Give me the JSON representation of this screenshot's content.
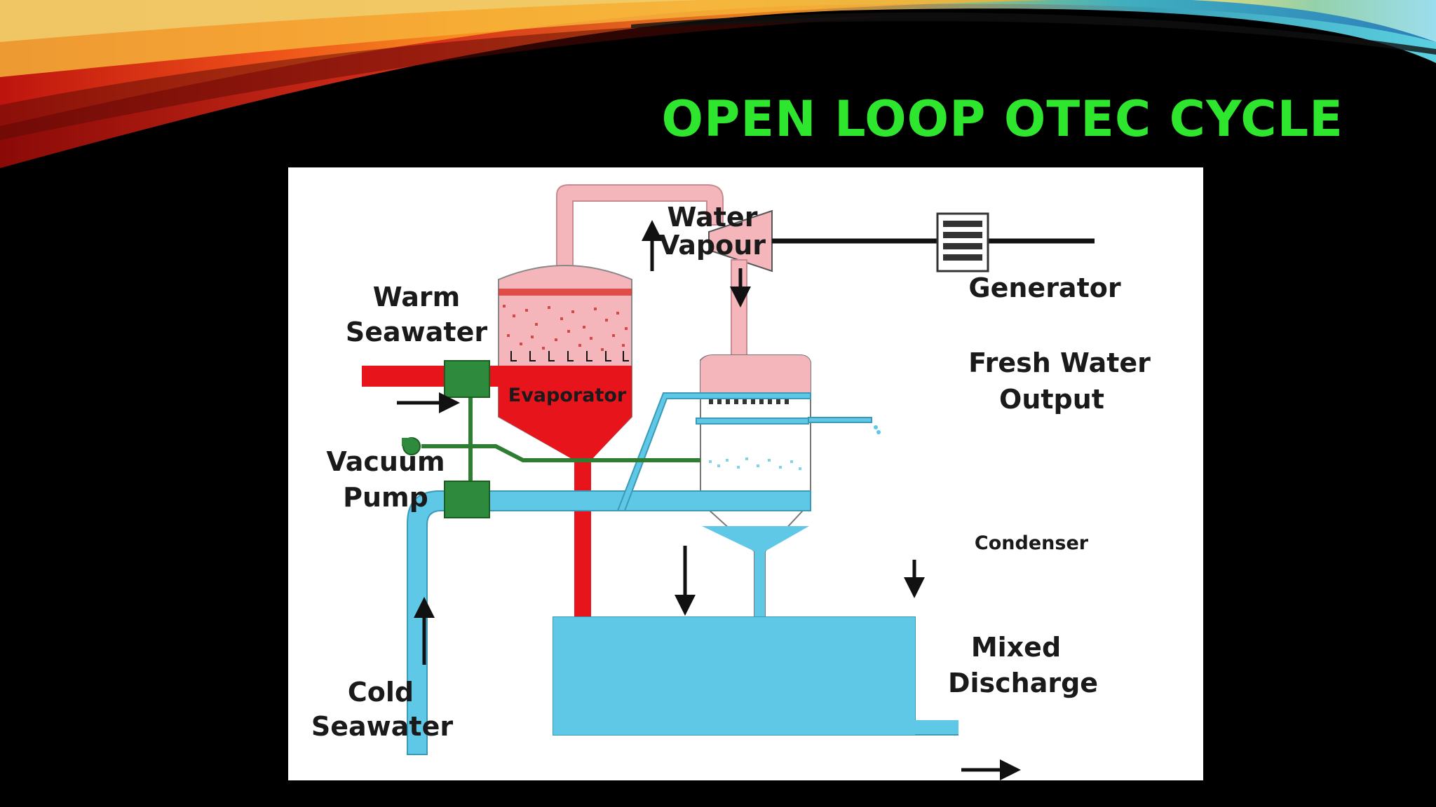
{
  "slide": {
    "title": "OPEN LOOP OTEC CYCLE"
  },
  "colors": {
    "background": "#000000",
    "title": "#2ee62e",
    "warm_water": "#e8141c",
    "cold_water": "#5ec8e6",
    "vapour": "#f4b6bb",
    "valve": "#2e8b3e",
    "vacuum_line": "#2e7d32"
  },
  "diagram": {
    "labels": {
      "water_vapour_line1": "Water",
      "water_vapour_line2": "Vapour",
      "generator": "Generator",
      "warm_seawater_line1": "Warm",
      "warm_seawater_line2": "Seawater",
      "fresh_water_line1": "Fresh Water",
      "fresh_water_line2": "Output",
      "evaporator": "Evaporator",
      "vacuum_pump_line1": "Vacuum",
      "vacuum_pump_line2": "Pump",
      "condenser": "Condenser",
      "mixed_discharge_line1": "Mixed",
      "mixed_discharge_line2": "Discharge",
      "cold_seawater_line1": "Cold",
      "cold_seawater_line2": "Seawater"
    },
    "icons": [
      "turbine-icon",
      "generator-icon",
      "vacuum-pump-icon",
      "valve-icon",
      "flow-arrow-icon"
    ]
  }
}
